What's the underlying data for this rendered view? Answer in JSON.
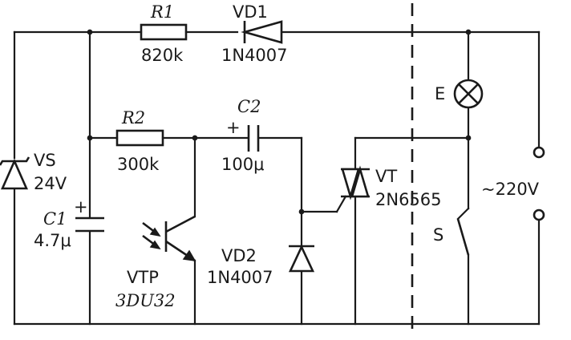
{
  "diagram": {
    "components": {
      "r1": {
        "name": "R1",
        "value": "820k"
      },
      "vd1": {
        "name": "VD1",
        "value": "1N4007"
      },
      "r2": {
        "name": "R2",
        "value": "300k"
      },
      "c2": {
        "name": "C2",
        "value": "100μ",
        "polarity": "+"
      },
      "vs": {
        "name": "VS",
        "value": "24V"
      },
      "c1": {
        "name": "C1",
        "value": "4.7μ",
        "polarity": "+"
      },
      "vtp": {
        "name": "VTP",
        "value": "3DU32"
      },
      "vd2": {
        "name": "VD2",
        "value": "1N4007"
      },
      "vt": {
        "name": "VT",
        "value": "2N6565"
      },
      "lamp": {
        "name": "E"
      },
      "switch": {
        "name": "S"
      },
      "supply": {
        "value": "~220V"
      }
    }
  }
}
